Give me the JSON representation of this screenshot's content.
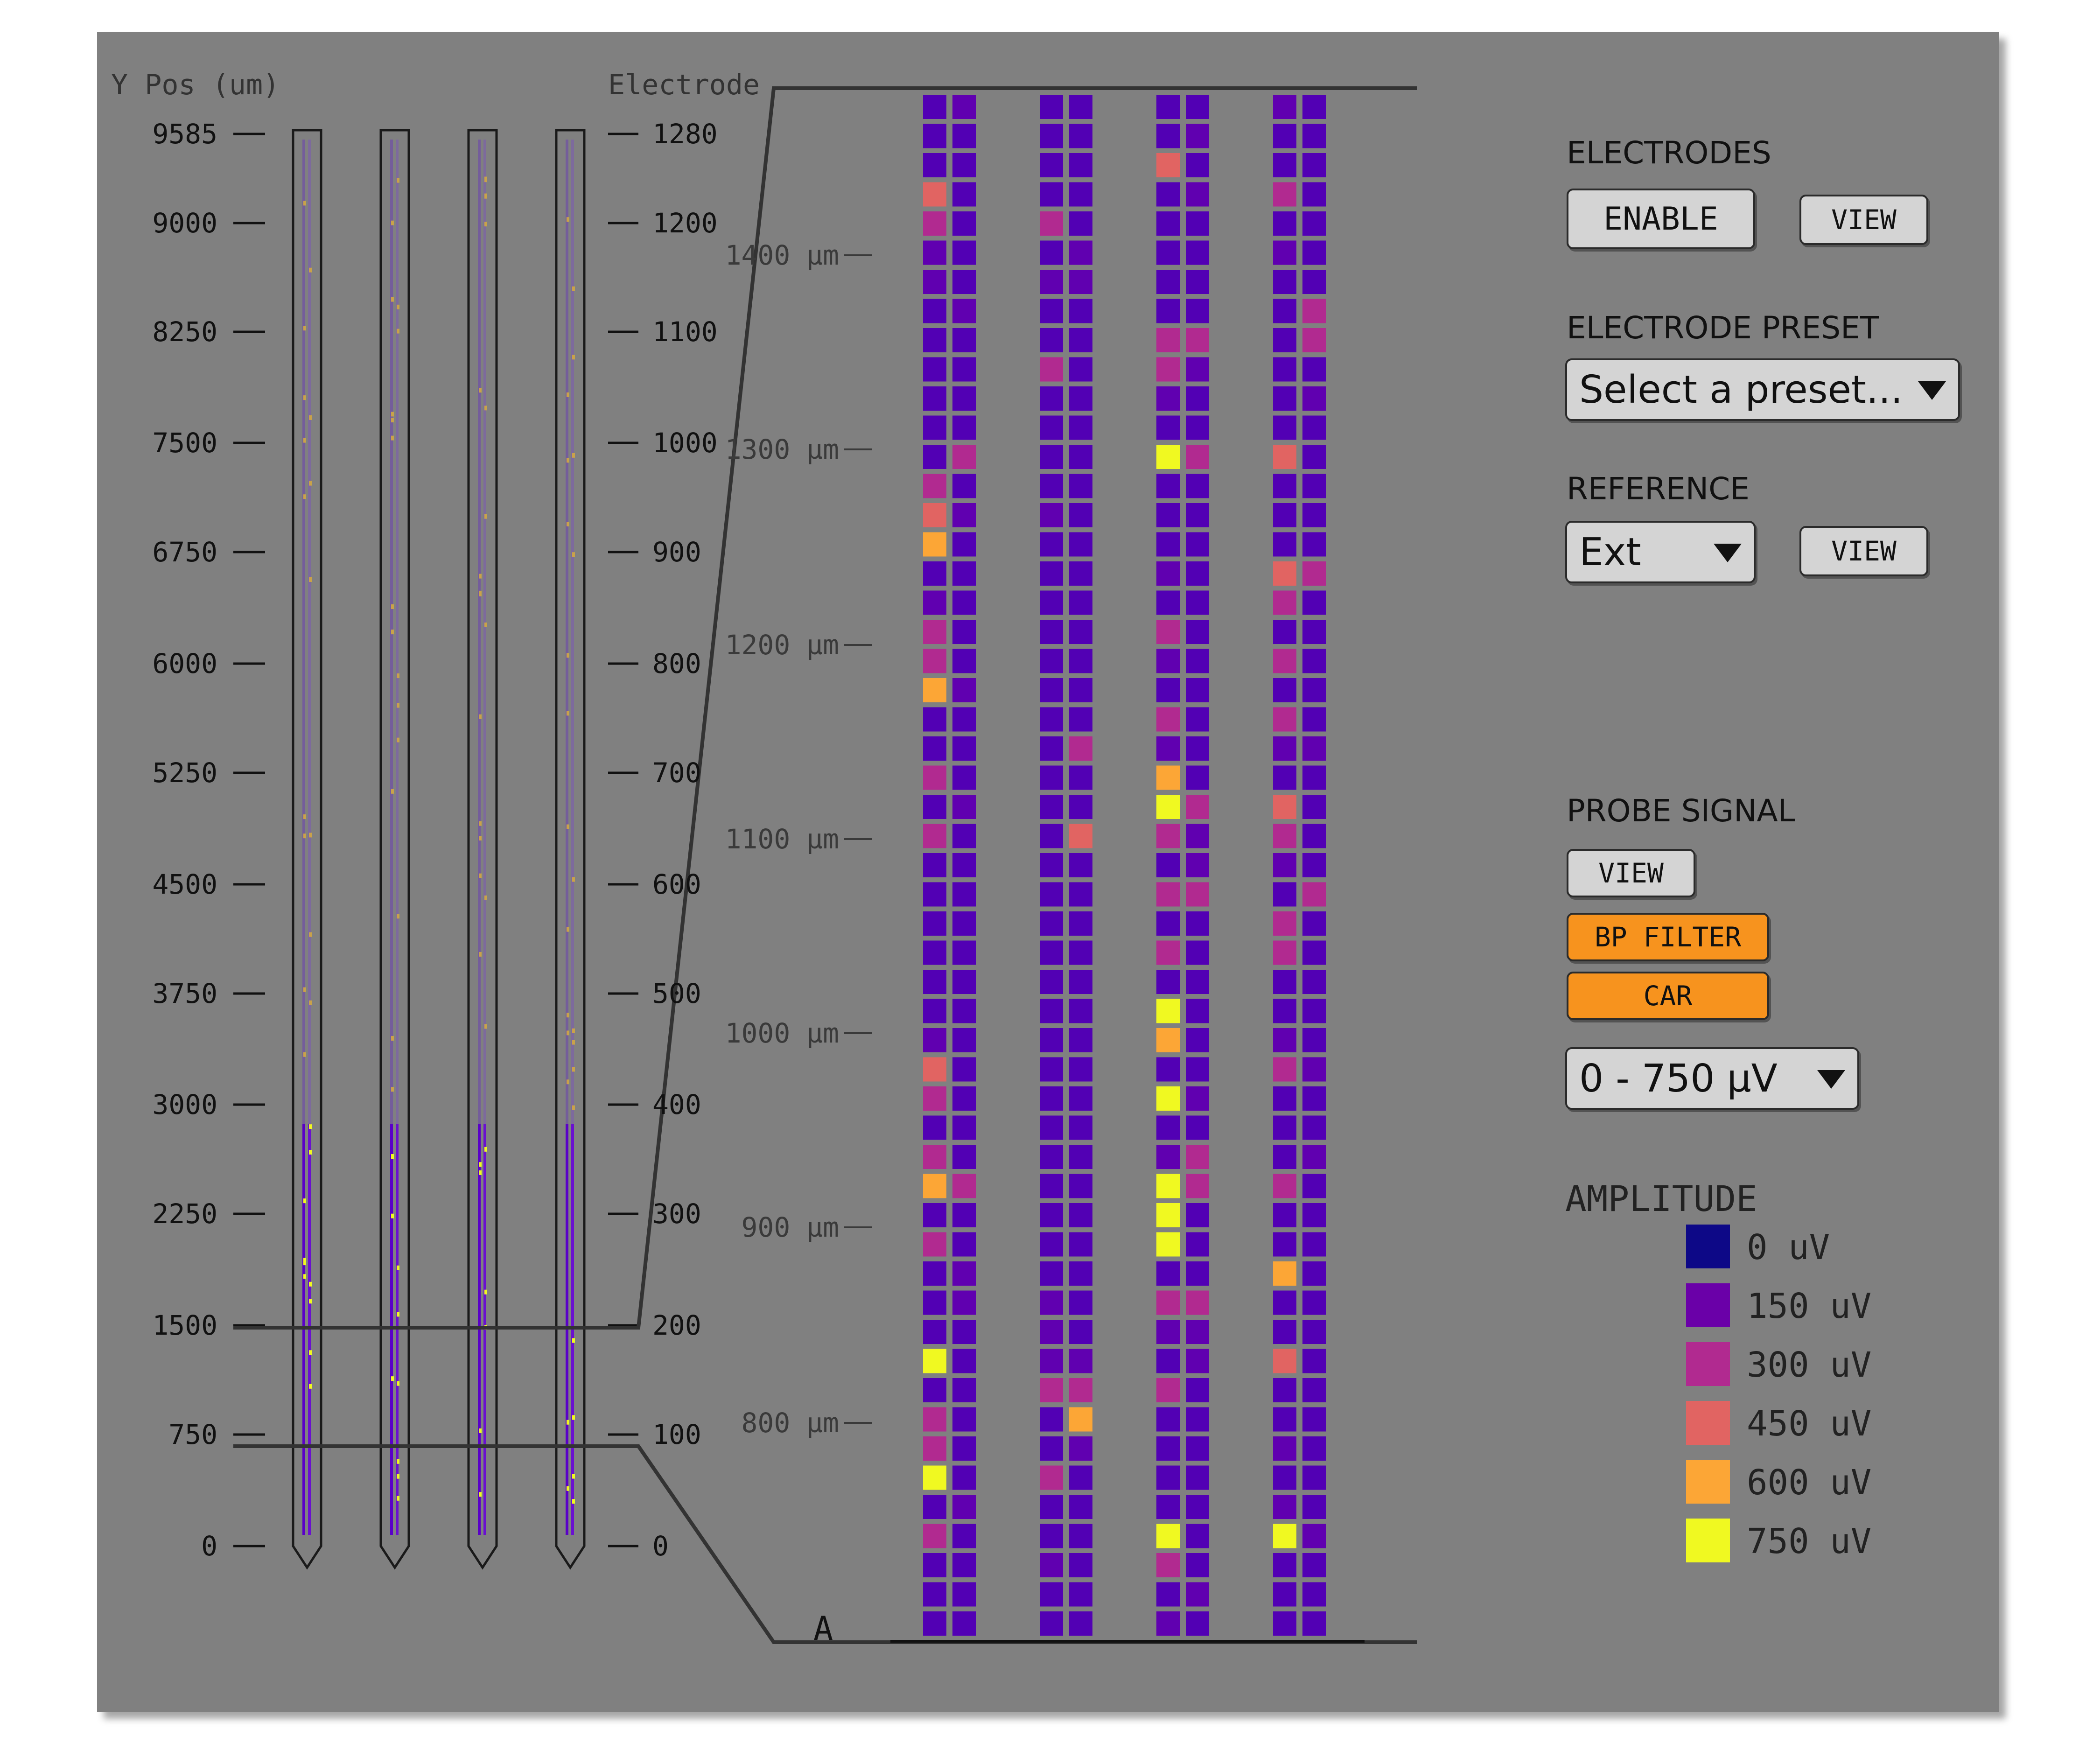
{
  "overview": {
    "y_axis_title": "Y Pos (um)",
    "electrode_axis_title": "Electrode",
    "y_ticks": [
      "9585",
      "9000",
      "8250",
      "7500",
      "6750",
      "6000",
      "5250",
      "4500",
      "3750",
      "3000",
      "2250",
      "1500",
      "750",
      "0"
    ],
    "electrode_ticks": [
      "1280",
      "1200",
      "1100",
      "1000",
      "900",
      "800",
      "700",
      "600",
      "500",
      "400",
      "300",
      "200",
      "100",
      "0"
    ],
    "shank_count": 4
  },
  "detail": {
    "depth_ticks": [
      "1400 μm",
      "1300 μm",
      "1200 μm",
      "1100 μm",
      "1000 μm",
      "900 μm",
      "800 μm"
    ],
    "shank_count": 4,
    "rows_per_shank": 53,
    "columns_per_shank": 2,
    "marker": "A"
  },
  "controls": {
    "electrodes": {
      "label": "ELECTRODES",
      "enable": "ENABLE",
      "view": "VIEW"
    },
    "preset": {
      "label": "ELECTRODE PRESET",
      "value": "Select a preset..."
    },
    "reference": {
      "label": "REFERENCE",
      "value": "Ext",
      "view": "VIEW"
    },
    "probe_signal": {
      "label": "PROBE SIGNAL",
      "view": "VIEW",
      "bp_filter": "BP FILTER",
      "car": "CAR",
      "range": "0 - 750 μV"
    }
  },
  "amplitude": {
    "label": "AMPLITUDE",
    "levels": [
      {
        "label": "0 uV",
        "color": "#0d0887"
      },
      {
        "label": "150 uV",
        "color": "#6a00a8"
      },
      {
        "label": "300 uV",
        "color": "#b12a90"
      },
      {
        "label": "450 uV",
        "color": "#e16462"
      },
      {
        "label": "600 uV",
        "color": "#fca636"
      },
      {
        "label": "750 uV",
        "color": "#f0f921"
      }
    ]
  },
  "colors": {
    "panel_background": "#808080",
    "button_gray": "#d4d4d4",
    "button_orange": "#f7931e",
    "base_electrode": "#5200b4"
  }
}
